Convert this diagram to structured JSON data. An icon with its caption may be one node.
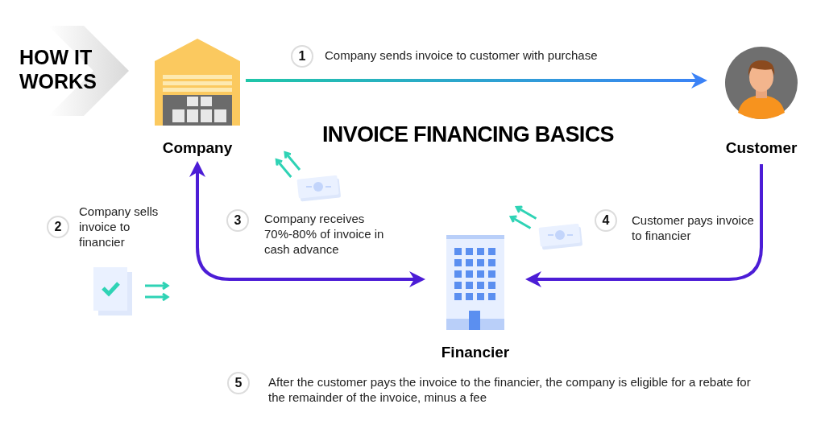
{
  "diagram": {
    "title": "INVOICE FINANCING BASICS",
    "nodes": [
      {
        "text": [
          "Company"
        ]
      },
      {
        "text": [
          "Customer"
        ]
      },
      {
        "text": [
          "Financier"
        ]
      }
    ],
    "edges": [
      {
        "from": 0,
        "to": 1,
        "arrow": "to",
        "color": "#3b82f6"
      },
      {
        "from": 0,
        "to": 2,
        "arrow": "both"
      },
      {
        "from": 1,
        "to": 2,
        "arrow": "to"
      }
    ],
    "labels": [
      "HOW IT WORKS",
      "1",
      "Company sends invoice to customer with purchase",
      "2",
      "Company sells invoice to financier",
      "3",
      "Company receives 70%-80% of invoice in cash advance",
      "4",
      "Customer pays invoice to financier",
      "5",
      "After the customer pays the invoice to the financier, the company is eligible for a rebate for the remainder of the invoice, minus a fee"
    ]
  }
}
